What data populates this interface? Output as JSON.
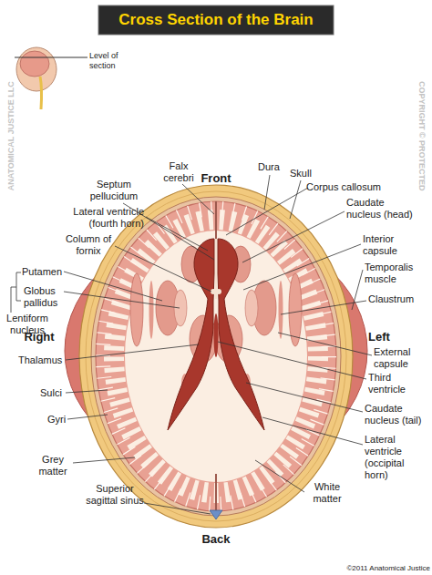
{
  "diagram": {
    "title": "Cross Section of the Brain",
    "labels": [
      "Level of section",
      "Front",
      "Falx cerebri",
      "Dura",
      "Skull",
      "Septum pellucidum",
      "Corpus callosum",
      "Lateral ventricle (fourth horn)",
      "Caudate nucleus (head)",
      "Column of fornix",
      "Interior capsule",
      "Putamen",
      "Temporalis muscle",
      "Globus pallidus",
      "Claustrum",
      "Lentiform nucleus",
      "Right",
      "Left",
      "External capsule",
      "Thalamus",
      "Third ventricle",
      "Sulci",
      "Caudate nucleus (tail)",
      "Gyri",
      "Lateral ventricle (occipital horn)",
      "Grey matter",
      "White matter",
      "Superior sagittal sinus",
      "Back",
      "©2011 Anatomical Justice",
      "ANATOMICAL JUSTICE LLC",
      "COPYRIGHT © PROTECTED"
    ]
  }
}
